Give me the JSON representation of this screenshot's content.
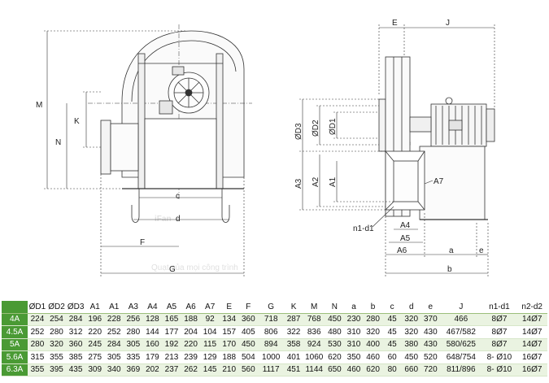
{
  "watermark": {
    "brand": "iFan",
    "trademark": "®",
    "slogan": "Quạt của mọi công trình"
  },
  "front_view": {
    "labels": {
      "M": "M",
      "N": "N",
      "K": "K",
      "c": "c",
      "d": "d",
      "F": "F",
      "G": "G"
    }
  },
  "side_view": {
    "labels": {
      "E": "E",
      "J": "J",
      "D3": "ØD3",
      "D2": "ØD2",
      "D1": "ØD1",
      "A3": "A3",
      "A2": "A2",
      "A1": "A1",
      "A7": "A7",
      "n1d1": "n1-d1",
      "A4": "A4",
      "A5": "A5",
      "A6": "A6",
      "a": "a",
      "e": "e",
      "b": "b"
    }
  },
  "table": {
    "columns": [
      "ØD1",
      "ØD2",
      "ØD3",
      "A1",
      "A1",
      "A3",
      "A4",
      "A5",
      "A6",
      "A7",
      "E",
      "F",
      "G",
      "K",
      "M",
      "N",
      "a",
      "b",
      "c",
      "d",
      "e",
      "J",
      "n1-d1",
      "n2-d2"
    ],
    "rows": [
      {
        "model": "4A",
        "values": [
          "224",
          "254",
          "284",
          "196",
          "228",
          "256",
          "128",
          "165",
          "188",
          "92",
          "134",
          "360",
          "718",
          "287",
          "768",
          "450",
          "230",
          "280",
          "45",
          "320",
          "370",
          "466",
          "8Ø7",
          "14Ø7"
        ]
      },
      {
        "model": "4.5A",
        "values": [
          "252",
          "280",
          "312",
          "220",
          "252",
          "280",
          "144",
          "177",
          "204",
          "104",
          "157",
          "405",
          "806",
          "322",
          "836",
          "480",
          "310",
          "320",
          "45",
          "320",
          "430",
          "467/582",
          "8Ø7",
          "14Ø7"
        ]
      },
      {
        "model": "5A",
        "values": [
          "280",
          "320",
          "360",
          "245",
          "284",
          "305",
          "160",
          "192",
          "220",
          "115",
          "170",
          "450",
          "894",
          "358",
          "924",
          "530",
          "310",
          "400",
          "45",
          "380",
          "430",
          "580/625",
          "8Ø7",
          "14Ø7"
        ]
      },
      {
        "model": "5.6A",
        "values": [
          "315",
          "355",
          "385",
          "275",
          "305",
          "335",
          "179",
          "213",
          "239",
          "129",
          "188",
          "504",
          "1000",
          "401",
          "1060",
          "620",
          "350",
          "460",
          "60",
          "450",
          "520",
          "648/754",
          "8- Ø10",
          "16Ø7"
        ]
      },
      {
        "model": "6.3A",
        "values": [
          "355",
          "395",
          "435",
          "309",
          "340",
          "369",
          "202",
          "237",
          "262",
          "145",
          "210",
          "560",
          "1117",
          "451",
          "1144",
          "650",
          "460",
          "620",
          "80",
          "660",
          "720",
          "811/896",
          "8- Ø10",
          "16Ø7"
        ]
      }
    ]
  }
}
